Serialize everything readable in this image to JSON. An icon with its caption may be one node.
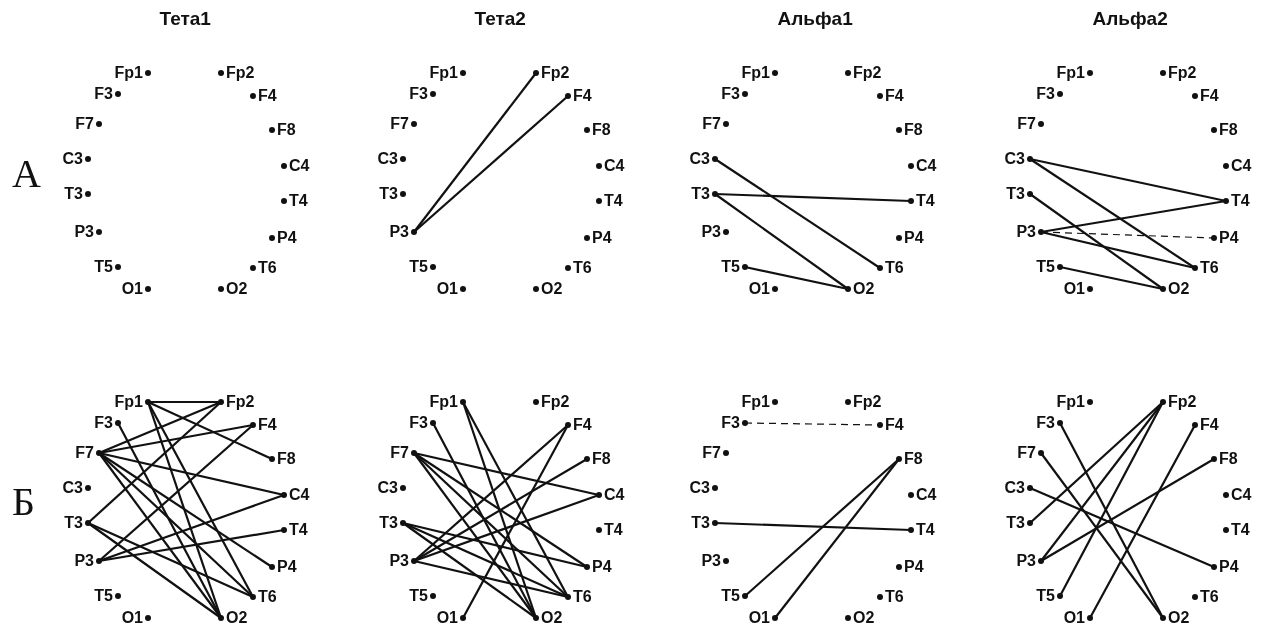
{
  "diagram": {
    "nodes": [
      {
        "text": [
          "Fp1"
        ]
      },
      {
        "text": [
          "Fp2"
        ]
      },
      {
        "text": [
          "F3"
        ]
      },
      {
        "text": [
          "F4"
        ]
      },
      {
        "text": [
          "F7"
        ]
      },
      {
        "text": [
          "F8"
        ]
      },
      {
        "text": [
          "C3"
        ]
      },
      {
        "text": [
          "C4"
        ]
      },
      {
        "text": [
          "T3"
        ]
      },
      {
        "text": [
          "T4"
        ]
      },
      {
        "text": [
          "P3"
        ]
      },
      {
        "text": [
          "P4"
        ]
      },
      {
        "text": [
          "T5"
        ]
      },
      {
        "text": [
          "T6"
        ]
      },
      {
        "text": [
          "O1"
        ]
      },
      {
        "text": [
          "O2"
        ]
      },
      {
        "text": [
          "Fp1"
        ]
      },
      {
        "text": [
          "Fp2"
        ]
      },
      {
        "text": [
          "F3"
        ]
      },
      {
        "text": [
          "F4"
        ]
      },
      {
        "text": [
          "F7"
        ]
      },
      {
        "text": [
          "F8"
        ]
      },
      {
        "text": [
          "C3"
        ]
      },
      {
        "text": [
          "C4"
        ]
      },
      {
        "text": [
          "T3"
        ]
      },
      {
        "text": [
          "T4"
        ]
      },
      {
        "text": [
          "P3"
        ]
      },
      {
        "text": [
          "P4"
        ]
      },
      {
        "text": [
          "T5"
        ]
      },
      {
        "text": [
          "T6"
        ]
      },
      {
        "text": [
          "O1"
        ]
      },
      {
        "text": [
          "O2"
        ]
      },
      {
        "text": [
          "Fp1"
        ]
      },
      {
        "text": [
          "Fp2"
        ]
      },
      {
        "text": [
          "F3"
        ]
      },
      {
        "text": [
          "F4"
        ]
      },
      {
        "text": [
          "F7"
        ]
      },
      {
        "text": [
          "F8"
        ]
      },
      {
        "text": [
          "C3"
        ]
      },
      {
        "text": [
          "C4"
        ]
      },
      {
        "text": [
          "T3"
        ]
      },
      {
        "text": [
          "T4"
        ]
      },
      {
        "text": [
          "P3"
        ]
      },
      {
        "text": [
          "P4"
        ]
      },
      {
        "text": [
          "T5"
        ]
      },
      {
        "text": [
          "T6"
        ]
      },
      {
        "text": [
          "O1"
        ]
      },
      {
        "text": [
          "O2"
        ]
      },
      {
        "text": [
          "Fp1"
        ]
      },
      {
        "text": [
          "Fp2"
        ]
      },
      {
        "text": [
          "F3"
        ]
      },
      {
        "text": [
          "F4"
        ]
      },
      {
        "text": [
          "F7"
        ]
      },
      {
        "text": [
          "F8"
        ]
      },
      {
        "text": [
          "C3"
        ]
      },
      {
        "text": [
          "C4"
        ]
      },
      {
        "text": [
          "T3"
        ]
      },
      {
        "text": [
          "T4"
        ]
      },
      {
        "text": [
          "P3"
        ]
      },
      {
        "text": [
          "P4"
        ]
      },
      {
        "text": [
          "T5"
        ]
      },
      {
        "text": [
          "T6"
        ]
      },
      {
        "text": [
          "O1"
        ]
      },
      {
        "text": [
          "O2"
        ]
      },
      {
        "text": [
          "Fp1"
        ]
      },
      {
        "text": [
          "Fp2"
        ]
      },
      {
        "text": [
          "F3"
        ]
      },
      {
        "text": [
          "F4"
        ]
      },
      {
        "text": [
          "F7"
        ]
      },
      {
        "text": [
          "F8"
        ]
      },
      {
        "text": [
          "C3"
        ]
      },
      {
        "text": [
          "C4"
        ]
      },
      {
        "text": [
          "T3"
        ]
      },
      {
        "text": [
          "T4"
        ]
      },
      {
        "text": [
          "P3"
        ]
      },
      {
        "text": [
          "P4"
        ]
      },
      {
        "text": [
          "T5"
        ]
      },
      {
        "text": [
          "T6"
        ]
      },
      {
        "text": [
          "O1"
        ]
      },
      {
        "text": [
          "O2"
        ]
      },
      {
        "text": [
          "Fp1"
        ]
      },
      {
        "text": [
          "Fp2"
        ]
      },
      {
        "text": [
          "F3"
        ]
      },
      {
        "text": [
          "F4"
        ]
      },
      {
        "text": [
          "F7"
        ]
      },
      {
        "text": [
          "F8"
        ]
      },
      {
        "text": [
          "C3"
        ]
      },
      {
        "text": [
          "C4"
        ]
      },
      {
        "text": [
          "T3"
        ]
      },
      {
        "text": [
          "T4"
        ]
      },
      {
        "text": [
          "P3"
        ]
      },
      {
        "text": [
          "P4"
        ]
      },
      {
        "text": [
          "T5"
        ]
      },
      {
        "text": [
          "T6"
        ]
      },
      {
        "text": [
          "O1"
        ]
      },
      {
        "text": [
          "O2"
        ]
      },
      {
        "text": [
          "Fp1"
        ]
      },
      {
        "text": [
          "Fp2"
        ]
      },
      {
        "text": [
          "F3"
        ]
      },
      {
        "text": [
          "F4"
        ]
      },
      {
        "text": [
          "F7"
        ]
      },
      {
        "text": [
          "F8"
        ]
      },
      {
        "text": [
          "C3"
        ]
      },
      {
        "text": [
          "C4"
        ]
      },
      {
        "text": [
          "T3"
        ]
      },
      {
        "text": [
          "T4"
        ]
      },
      {
        "text": [
          "P3"
        ]
      },
      {
        "text": [
          "P4"
        ]
      },
      {
        "text": [
          "T5"
        ]
      },
      {
        "text": [
          "T6"
        ]
      },
      {
        "text": [
          "O1"
        ]
      },
      {
        "text": [
          "O2"
        ]
      },
      {
        "text": [
          "Fp1"
        ]
      },
      {
        "text": [
          "Fp2"
        ]
      },
      {
        "text": [
          "F3"
        ]
      },
      {
        "text": [
          "F4"
        ]
      },
      {
        "text": [
          "F7"
        ]
      },
      {
        "text": [
          "F8"
        ]
      },
      {
        "text": [
          "C3"
        ]
      },
      {
        "text": [
          "C4"
        ]
      },
      {
        "text": [
          "T3"
        ]
      },
      {
        "text": [
          "T4"
        ]
      },
      {
        "text": [
          "P3"
        ]
      },
      {
        "text": [
          "P4"
        ]
      },
      {
        "text": [
          "T5"
        ]
      },
      {
        "text": [
          "T6"
        ]
      },
      {
        "text": [
          "O1"
        ]
      },
      {
        "text": [
          "O2"
        ]
      }
    ],
    "edges": [
      {
        "from": 26,
        "to": 17,
        "arrow": "none"
      },
      {
        "from": 26,
        "to": 19,
        "arrow": "none"
      },
      {
        "from": 38,
        "to": 45,
        "arrow": "none"
      },
      {
        "from": 40,
        "to": 41,
        "arrow": "none"
      },
      {
        "from": 40,
        "to": 47,
        "arrow": "none"
      },
      {
        "from": 44,
        "to": 47,
        "arrow": "none"
      },
      {
        "from": 54,
        "to": 57,
        "arrow": "none"
      },
      {
        "from": 54,
        "to": 61,
        "arrow": "none"
      },
      {
        "from": 56,
        "to": 63,
        "arrow": "none"
      },
      {
        "from": 58,
        "to": 57,
        "arrow": "none"
      },
      {
        "from": 58,
        "to": 59,
        "arrow": "none",
        "style": "dashed"
      },
      {
        "from": 58,
        "to": 61,
        "arrow": "none"
      },
      {
        "from": 60,
        "to": 63,
        "arrow": "none"
      },
      {
        "from": 64,
        "to": 65,
        "arrow": "none"
      },
      {
        "from": 64,
        "to": 69,
        "arrow": "none"
      },
      {
        "from": 64,
        "to": 77,
        "arrow": "none"
      },
      {
        "from": 64,
        "to": 79,
        "arrow": "none"
      },
      {
        "from": 66,
        "to": 79,
        "arrow": "none"
      },
      {
        "from": 68,
        "to": 65,
        "arrow": "none"
      },
      {
        "from": 68,
        "to": 67,
        "arrow": "none"
      },
      {
        "from": 68,
        "to": 71,
        "arrow": "none"
      },
      {
        "from": 68,
        "to": 75,
        "arrow": "none"
      },
      {
        "from": 68,
        "to": 77,
        "arrow": "none"
      },
      {
        "from": 68,
        "to": 79,
        "arrow": "none"
      },
      {
        "from": 72,
        "to": 65,
        "arrow": "none"
      },
      {
        "from": 72,
        "to": 77,
        "arrow": "none"
      },
      {
        "from": 72,
        "to": 79,
        "arrow": "none"
      },
      {
        "from": 74,
        "to": 67,
        "arrow": "none"
      },
      {
        "from": 74,
        "to": 71,
        "arrow": "none"
      },
      {
        "from": 74,
        "to": 73,
        "arrow": "none"
      },
      {
        "from": 80,
        "to": 93,
        "arrow": "none"
      },
      {
        "from": 80,
        "to": 95,
        "arrow": "none"
      },
      {
        "from": 82,
        "to": 95,
        "arrow": "none"
      },
      {
        "from": 84,
        "to": 87,
        "arrow": "none"
      },
      {
        "from": 84,
        "to": 91,
        "arrow": "none"
      },
      {
        "from": 84,
        "to": 93,
        "arrow": "none"
      },
      {
        "from": 84,
        "to": 95,
        "arrow": "none"
      },
      {
        "from": 88,
        "to": 91,
        "arrow": "none"
      },
      {
        "from": 88,
        "to": 93,
        "arrow": "none"
      },
      {
        "from": 88,
        "to": 95,
        "arrow": "none"
      },
      {
        "from": 90,
        "to": 83,
        "arrow": "none"
      },
      {
        "from": 90,
        "to": 85,
        "arrow": "none"
      },
      {
        "from": 90,
        "to": 87,
        "arrow": "none"
      },
      {
        "from": 90,
        "to": 93,
        "arrow": "none"
      },
      {
        "from": 94,
        "to": 83,
        "arrow": "none"
      },
      {
        "from": 98,
        "to": 99,
        "arrow": "none",
        "style": "dashed"
      },
      {
        "from": 104,
        "to": 105,
        "arrow": "none"
      },
      {
        "from": 108,
        "to": 101,
        "arrow": "none"
      },
      {
        "from": 110,
        "to": 101,
        "arrow": "none"
      },
      {
        "from": 113,
        "to": 120,
        "arrow": "none"
      },
      {
        "from": 113,
        "to": 122,
        "arrow": "none"
      },
      {
        "from": 113,
        "to": 124,
        "arrow": "none"
      },
      {
        "from": 114,
        "to": 127,
        "arrow": "none"
      },
      {
        "from": 116,
        "to": 127,
        "arrow": "none"
      },
      {
        "from": 118,
        "to": 123,
        "arrow": "none"
      },
      {
        "from": 122,
        "to": 117,
        "arrow": "none"
      },
      {
        "from": 126,
        "to": 115,
        "arrow": "none"
      }
    ],
    "labels": [
      "Тета1",
      "Тета2",
      "Альфа1",
      "Альфа2",
      "А",
      "Б"
    ]
  }
}
